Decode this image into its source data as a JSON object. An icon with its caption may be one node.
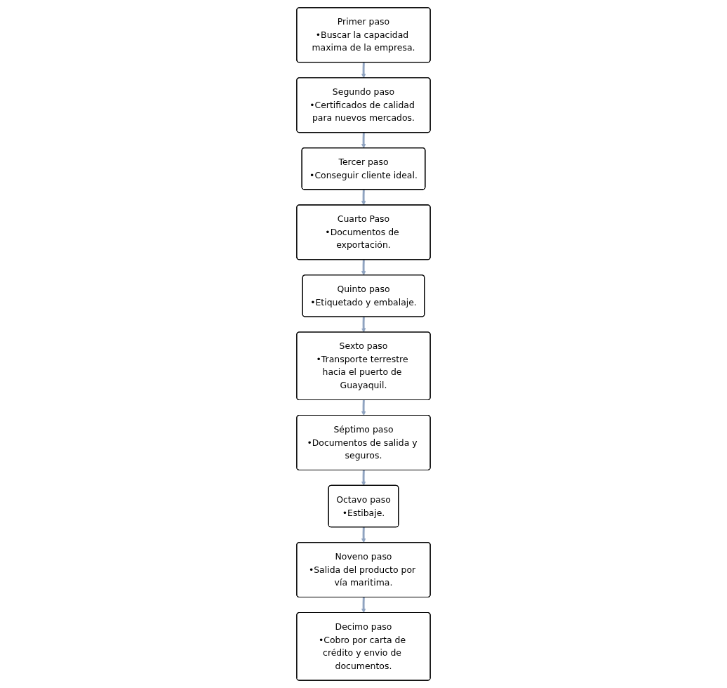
{
  "diagram": {
    "nodes": [
      {
        "text": [
          "Primer paso",
          "•Buscar la capacidad maxima de la empresa."
        ]
      },
      {
        "text": [
          "Segundo paso",
          "•Certificados de calidad para nuevos mercados."
        ]
      },
      {
        "text": [
          "Tercer paso",
          "•Conseguir cliente ideal."
        ]
      },
      {
        "text": [
          "Sexto paso",
          "•Transporte terrestre hacia el puerto de Guayaquil."
        ]
      },
      {
        "text": [
          "Quinto paso",
          "•Etiquetado y embalaje."
        ]
      },
      {
        "text": [
          "Cuarto Paso",
          "•Documentos de exportación."
        ]
      },
      {
        "text": [
          "Séptimo paso",
          "•Documentos de salida y seguros."
        ]
      },
      {
        "text": [
          "Octavo paso",
          "•Estibaje."
        ]
      },
      {
        "text": [
          "Noveno paso",
          "•Salida del producto por vía maritima."
        ]
      },
      {
        "text": [
          "Decimo paso",
          "•Cobro por carta de crédito y envio de documentos."
        ]
      }
    ],
    "edges": [
      {
        "from": 0,
        "to": 1,
        "arrow": "to"
      },
      {
        "from": 1,
        "to": 2,
        "arrow": "to"
      },
      {
        "from": 2,
        "to": 5,
        "arrow": "to"
      },
      {
        "from": 5,
        "to": 4,
        "arrow": "to"
      },
      {
        "from": 4,
        "to": 3,
        "arrow": "to"
      },
      {
        "from": 3,
        "to": 6,
        "arrow": "to"
      },
      {
        "from": 6,
        "to": 7,
        "arrow": "to"
      },
      {
        "from": 7,
        "to": 8,
        "arrow": "to"
      },
      {
        "from": 8,
        "to": 9,
        "arrow": "to"
      }
    ]
  }
}
